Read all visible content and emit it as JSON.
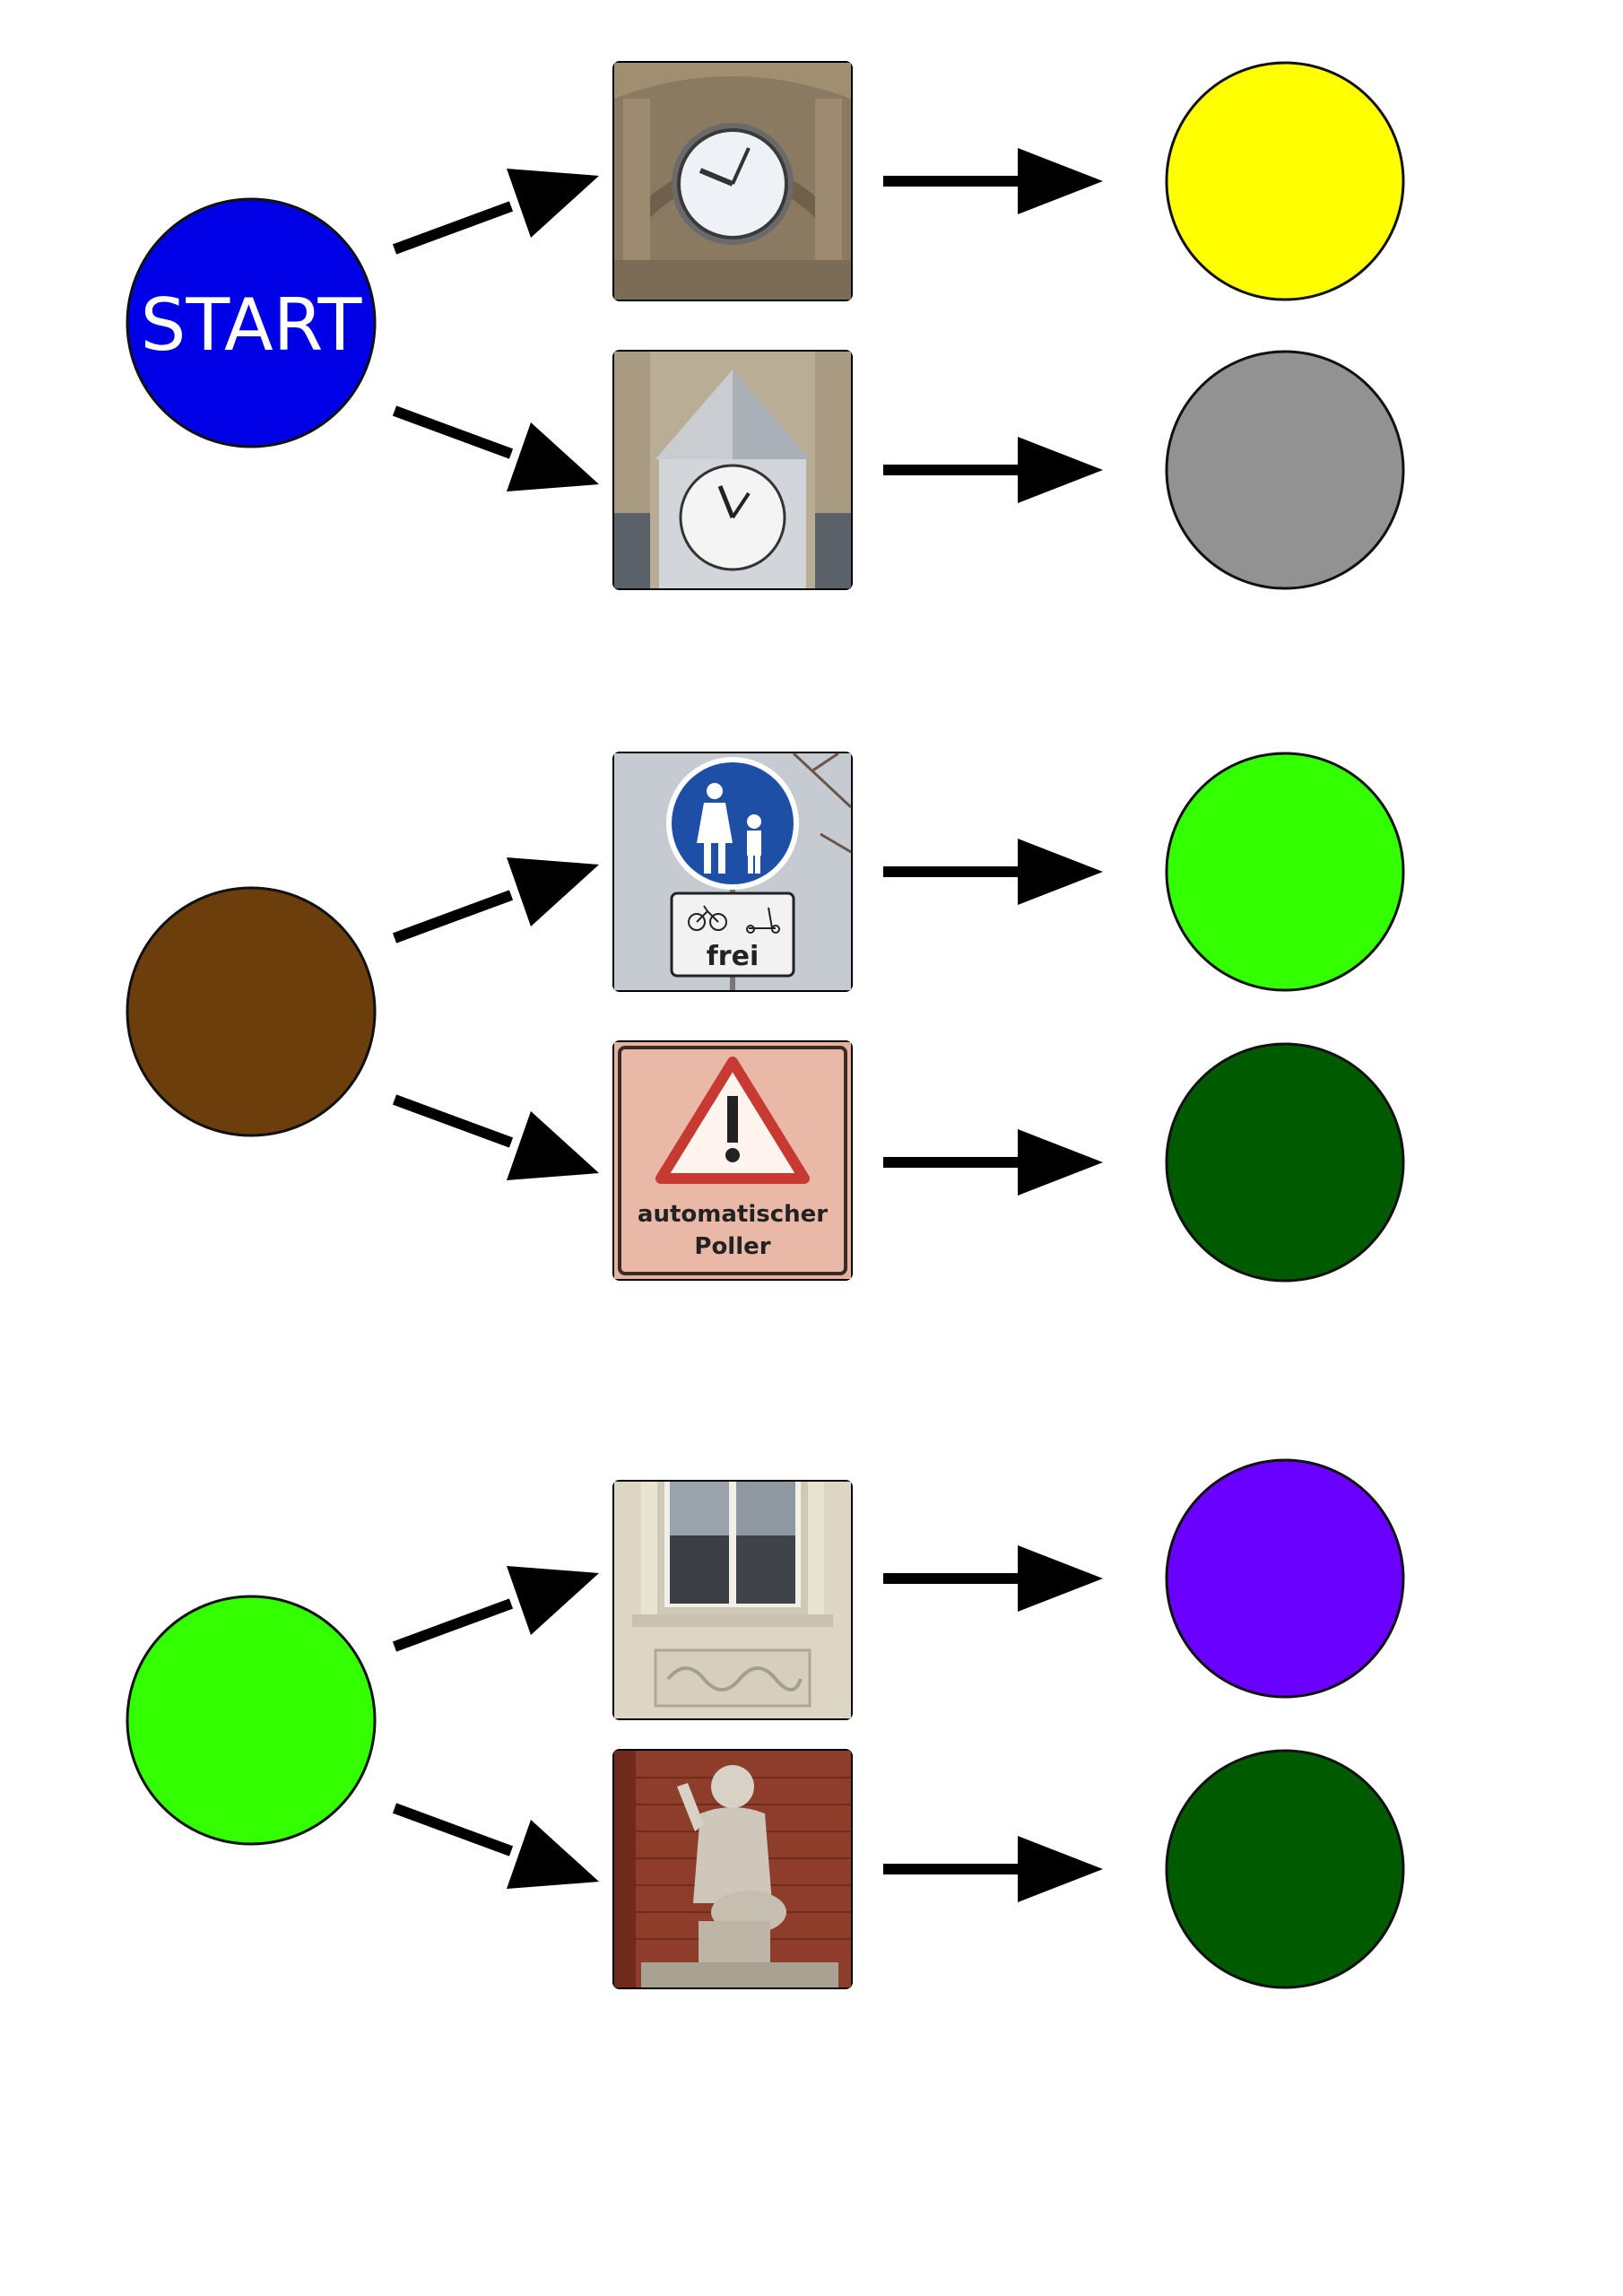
{
  "start_label": "START",
  "groups": [
    {
      "source_color": "#0000e6",
      "branches": [
        {
          "photo": "station-clock-photo",
          "target_color": "#ffff00"
        },
        {
          "photo": "tower-clock-photo",
          "target_color": "#929292"
        }
      ]
    },
    {
      "source_color": "#6b3e0b",
      "branches": [
        {
          "photo": "pedestrian-sign-photo",
          "target_color": "#33ff00"
        },
        {
          "photo": "warning-sign-photo",
          "target_color": "#005a00"
        }
      ]
    },
    {
      "source_color": "#33ff00",
      "branches": [
        {
          "photo": "window-facade-photo",
          "target_color": "#6a00ff"
        },
        {
          "photo": "statue-photo",
          "target_color": "#005a00"
        }
      ]
    }
  ],
  "signs": {
    "frei": "frei",
    "warning_line1": "automatischer",
    "warning_line2": "Poller"
  }
}
